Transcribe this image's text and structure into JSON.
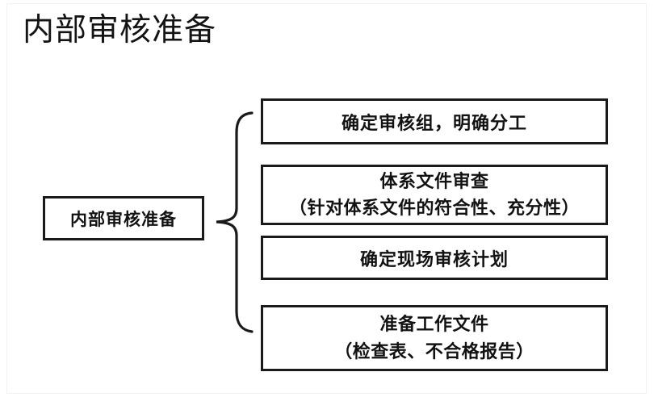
{
  "page": {
    "title": "内部审核准备",
    "background_color": "#ffffff",
    "ink_color": "#1a1a1a"
  },
  "diagram": {
    "type": "brace-bracket-breakdown",
    "root": {
      "label": "内部审核准备"
    },
    "brace": {
      "icon": "curly-brace-right",
      "orientation": "points-left"
    },
    "items": [
      {
        "id": "team",
        "lines": [
          "确定审核组，明确分工"
        ]
      },
      {
        "id": "docreview",
        "lines": [
          "体系文件审查",
          "（针对体系文件的符合性、充分性）"
        ]
      },
      {
        "id": "plan",
        "lines": [
          "确定现场审核计划"
        ]
      },
      {
        "id": "workdocs",
        "lines": [
          "准备工作文件",
          "（检查表、不合格报告）"
        ]
      }
    ]
  }
}
